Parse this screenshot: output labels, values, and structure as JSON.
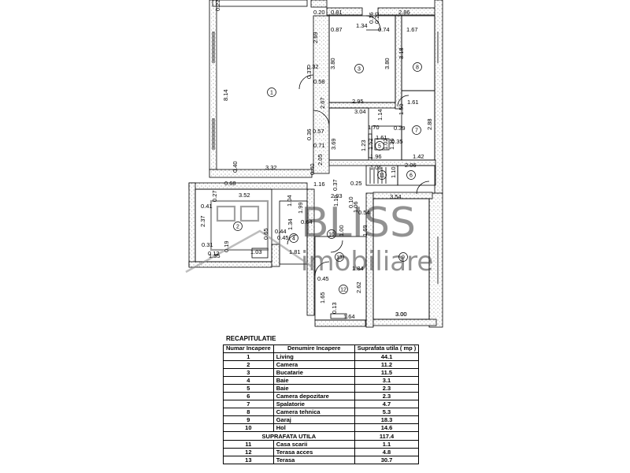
{
  "plan": {
    "room_numbers": [
      "1",
      "2",
      "3",
      "4",
      "5",
      "6",
      "7",
      "8",
      "9",
      "10",
      "11",
      "12",
      "13"
    ],
    "dimensions": [
      "0.22",
      "8.14",
      "0.20",
      "0.81",
      "0.87",
      "1.34",
      "0.16",
      "0.20",
      "0.74",
      "2.86",
      "1.67",
      "2.69",
      "0.32",
      "0.58",
      "0.37",
      "3.80",
      "3.80",
      "3.18",
      "2.67",
      "2.95",
      "3.04",
      "1.61",
      "1.50",
      "1.14",
      "0.36",
      "0.57",
      "0.71",
      "3.69",
      "1.70",
      "0.39",
      "1.61",
      "0.35",
      "1.02",
      "1.36",
      "2.88",
      "1.52",
      "1.23",
      "1.96",
      "1.42",
      "2.05",
      "0.40",
      "3.32",
      "0.40",
      "0.68",
      "1.16",
      "1.06",
      "2.06",
      "1.10",
      "0.37",
      "0.25",
      "2.03",
      "3.52",
      "3.54",
      "0.41",
      "0.27",
      "1.04",
      "1.99",
      "0.54",
      "0.10",
      "2.37",
      "0.64",
      "0.44",
      "1.34",
      "0.65",
      "0.45",
      "0.31",
      "0.12",
      "0.19",
      "1.35",
      "1.03",
      "1.81",
      "1.69",
      "1.84",
      "0.45",
      "1.65",
      "2.62",
      "0.13",
      "1.64",
      "3.00",
      "1.10",
      "1.06",
      "1.00",
      "3.00"
    ]
  },
  "watermark": {
    "brand": "BLISS",
    "sub": "imobiliare"
  },
  "recap": {
    "title": "RECAPITULATIE",
    "header_nr": "Numar Incapere",
    "header_name": "Denumire Incapere",
    "header_area": "Suprafata utila ( mp )",
    "rows": [
      {
        "nr": "1",
        "name": "Living",
        "area": "44.1"
      },
      {
        "nr": "2",
        "name": "Camera",
        "area": "11.2"
      },
      {
        "nr": "3",
        "name": "Bucatarie",
        "area": "11.5"
      },
      {
        "nr": "4",
        "name": "Baie",
        "area": "3.1"
      },
      {
        "nr": "5",
        "name": "Baie",
        "area": "2.3"
      },
      {
        "nr": "6",
        "name": "Camera depozitare",
        "area": "2.3"
      },
      {
        "nr": "7",
        "name": "Spalatorie",
        "area": "4.7"
      },
      {
        "nr": "8",
        "name": "Camera tehnica",
        "area": "5.3"
      },
      {
        "nr": "9",
        "name": "Garaj",
        "area": "18.3"
      },
      {
        "nr": "10",
        "name": "Hol",
        "area": "14.6"
      }
    ],
    "subtotal_label": "SUPRAFATA UTILA",
    "subtotal_value": "117.4",
    "rows2": [
      {
        "nr": "11",
        "name": "Casa scarii",
        "area": "1.1"
      },
      {
        "nr": "12",
        "name": "Terasa acces",
        "area": "4.8"
      },
      {
        "nr": "13",
        "name": "Terasa",
        "area": "30.7"
      }
    ]
  }
}
